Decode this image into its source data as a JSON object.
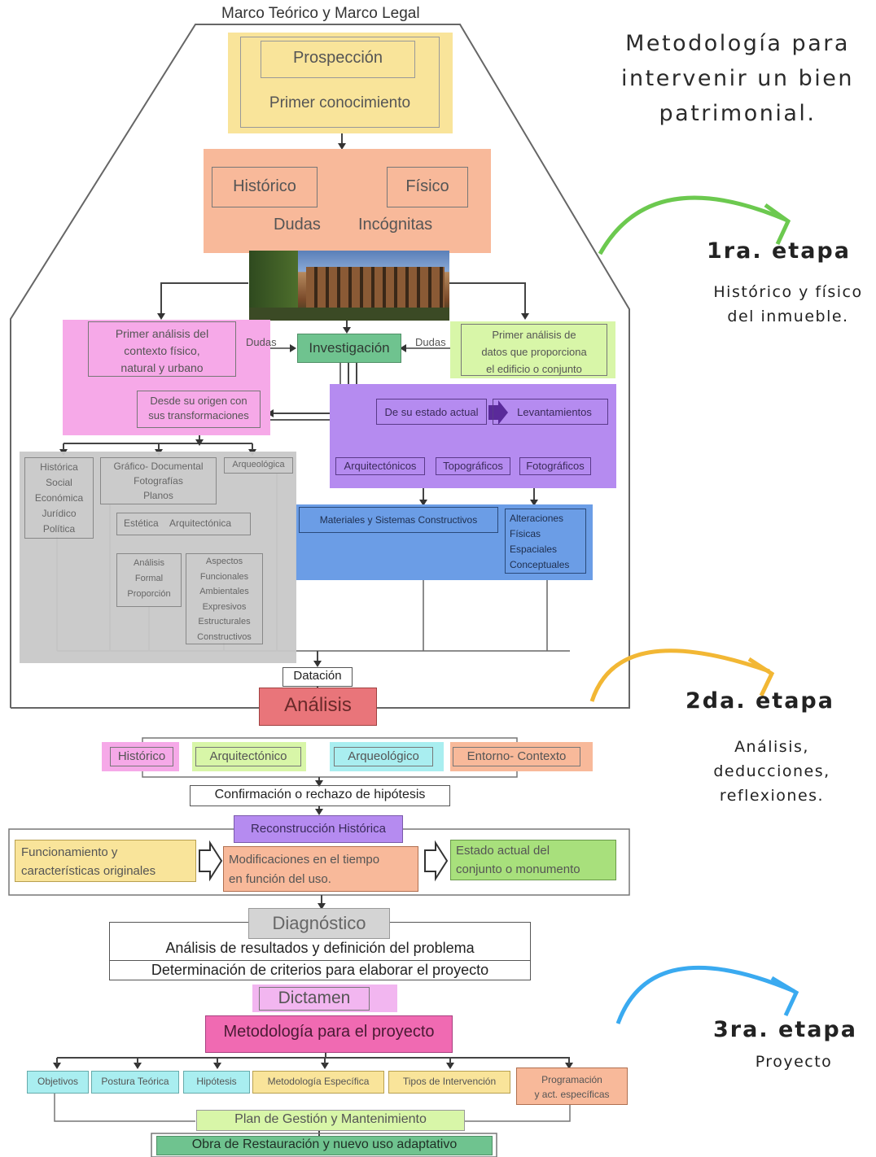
{
  "title": "Metodología para intervenir un bien patrimonial.",
  "stages": [
    {
      "label": "1ra. etapa",
      "description": "Histórico y físico del inmueble.",
      "color": "#6cc94f"
    },
    {
      "label": "2da. etapa",
      "description": "Análisis, deducciones, reflexiones.",
      "color": "#f2b734"
    },
    {
      "label": "3ra. etapa",
      "description": "Proyecto",
      "color": "#3aaaf0"
    }
  ],
  "colors": {
    "yellow": "#f9e49a",
    "salmon": "#f8b99a",
    "pink": "#f6a9e8",
    "green": "#d8f6a8",
    "teal": "#6fc38f",
    "purple": "#b58bf0",
    "blue": "#6b9de6",
    "gray": "#c8c8c8",
    "red": "#e9757a",
    "cyan": "#a9eef0",
    "magenta": "#f06ab2"
  },
  "diagram": {
    "frame_title": "Marco Teórico y Marco Legal",
    "prospeccion": "Prospección",
    "primer_conocimiento": "Primer conocimiento",
    "historico": "Histórico",
    "fisico": "Físico",
    "dudas": "Dudas",
    "incognitas": "Incógnitas",
    "primer_analisis_contexto": [
      "Primer análisis del",
      "contexto físico,",
      "natural y urbano"
    ],
    "dudas_left": "Dudas",
    "investigacion": "Investigación",
    "dudas_right": "Dudas",
    "primer_analisis_datos": [
      "Primer análisis de",
      "datos que proporciona",
      "el edificio o conjunto"
    ],
    "desde_origen": [
      "Desde su origen con",
      "sus transformaciones"
    ],
    "estado_actual": "De su estado actual",
    "levantamientos": "Levantamientos",
    "historica": "Histórica",
    "grafico_documental": "Gráfico- Documental",
    "arqueologica": "Arqueológica",
    "historica_items": [
      "Social",
      "Económica",
      "Jurídico",
      "Política"
    ],
    "grafico_items": [
      "Fotografías",
      "Planos"
    ],
    "estetica": "Estética",
    "arquitectonica": "Arquitectónica",
    "analisis_small": "Análisis",
    "analisis_items": [
      "Formal",
      "Proporción"
    ],
    "aspectos": "Aspectos",
    "aspectos_items": [
      "Funcionales",
      "Ambientales",
      "Expresivos",
      "Estructurales",
      "Constructivos"
    ],
    "arquitectonicos": "Arquitectónicos",
    "topograficos": "Topográficos",
    "fotograficos": "Fotográficos",
    "materiales": "Materiales y Sistemas Constructivos",
    "alteraciones": "Alteraciones",
    "alteraciones_items": [
      "Físicas",
      "Espaciales",
      "Conceptuales"
    ],
    "datacion": "Datación",
    "analisis": "Análisis",
    "analisis_types": [
      "Histórico",
      "Arquitectónico",
      "Arqueológico",
      "Entorno- Contexto"
    ],
    "hipotesis": "Confirmación o rechazo de hipótesis",
    "reconstruccion": "Reconstrucción Histórica",
    "funcionamiento": [
      "Funcionamiento y",
      "características originales"
    ],
    "modificaciones": [
      "Modificaciones en el tiempo",
      "en función del uso."
    ],
    "estado_conjunto": [
      "Estado actual del",
      "conjunto o monumento"
    ],
    "diagnostico": "Diagnóstico",
    "diag_line1": "Análisis de resultados y definición del problema",
    "diag_line2": "Determinación de criterios para elaborar el proyecto",
    "dictamen": "Dictamen",
    "metodologia_proyecto": "Metodología para el proyecto",
    "proyecto_items": [
      "Objetivos",
      "Postura Teórica",
      "Hipótesis",
      "Metodología Específica",
      "Tipos de Intervención"
    ],
    "programacion": [
      "Programación",
      "y act. específicas"
    ],
    "plan_gestion": "Plan de Gestión y Mantenimiento",
    "obra": "Obra de Restauración y nuevo uso adaptativo"
  }
}
